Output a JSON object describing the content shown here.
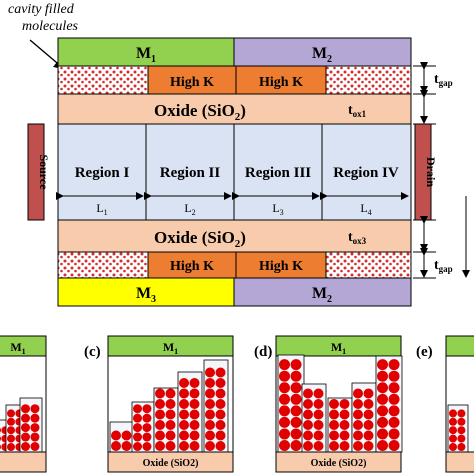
{
  "annotation": {
    "line1": "cavity filled",
    "line2": "molecules"
  },
  "gates": {
    "m1": {
      "base": "M",
      "sub": "1",
      "color": "#92d050"
    },
    "m2_top": {
      "base": "M",
      "sub": "2",
      "color": "#b4a7d6"
    },
    "m3": {
      "base": "M",
      "sub": "3",
      "color": "#ffff00"
    },
    "m2_bottom": {
      "base": "M",
      "sub": "2",
      "color": "#b4a7d6"
    }
  },
  "high_k": {
    "label": "High K",
    "color": "#ed7d31"
  },
  "oxide": {
    "label_main": "Oxide (SiO",
    "label_sub": "2",
    "label_close": ")",
    "color": "#f8cbad"
  },
  "channel": {
    "color": "#dae3f3",
    "regions": [
      {
        "name": "Region I",
        "length_base": "L",
        "length_sub": "1"
      },
      {
        "name": "Region II",
        "length_base": "L",
        "length_sub": "2"
      },
      {
        "name": "Region III",
        "length_base": "L",
        "length_sub": "3"
      },
      {
        "name": "Region IV",
        "length_base": "L",
        "length_sub": "4"
      }
    ]
  },
  "source": {
    "label": "Source",
    "color": "#c0504d"
  },
  "drain": {
    "label": "Drain",
    "color": "#c0504d"
  },
  "dimensions": {
    "t_gap": {
      "base": "t",
      "sub": "gap"
    },
    "t_ox1": {
      "base": "t",
      "sub": "ox1"
    },
    "t_ox3": {
      "base": "t",
      "sub": "ox3"
    }
  },
  "panels": [
    {
      "label": "",
      "gate": {
        "base": "M",
        "sub": "1"
      },
      "oxide": ""
    },
    {
      "label": "(c)",
      "gate": {
        "base": "M",
        "sub": "1"
      },
      "oxide": "Oxide (SiO2)"
    },
    {
      "label": "(d)",
      "gate": {
        "base": "M",
        "sub": "1"
      },
      "oxide": "Oxide (SiO2)"
    },
    {
      "label": "(e)",
      "gate": {
        "base": "",
        "sub": ""
      },
      "oxide": ""
    }
  ],
  "colors": {
    "molecule": "#e00000",
    "cavity_fill": "#ffffff",
    "border": "#000000"
  }
}
